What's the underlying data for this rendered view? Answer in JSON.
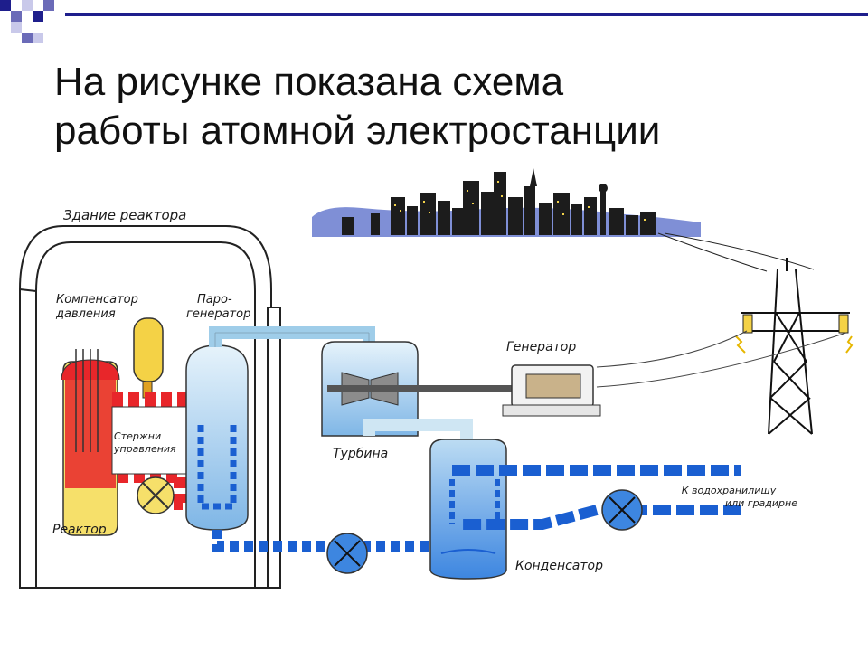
{
  "slide": {
    "title_line1": "На рисунке показана схема",
    "title_line2": "работы атомной электростанции"
  },
  "labels": {
    "building": "Здание реактора",
    "compensator_1": "Компенсатор",
    "compensator_2": "давления",
    "steamgen_1": "Паро-",
    "steamgen_2": "генератор",
    "rods_1": "Стержни",
    "rods_2": "управления",
    "reactor": "Реактор",
    "turbine": "Турбина",
    "generator": "Генератор",
    "condenser": "Конденсатор",
    "reservoir_1": "К водохранилищу",
    "reservoir_2": "или градирне"
  },
  "colors": {
    "accent_dark": "#1e1e8c",
    "accent_mid": "#6b6bb8",
    "accent_light": "#c9c9ea",
    "water_blue": "#1a5fd1",
    "hot_red": "#e8262a",
    "reactor_yellow": "#f6e06a",
    "steam_light": "#cfe6f3"
  }
}
